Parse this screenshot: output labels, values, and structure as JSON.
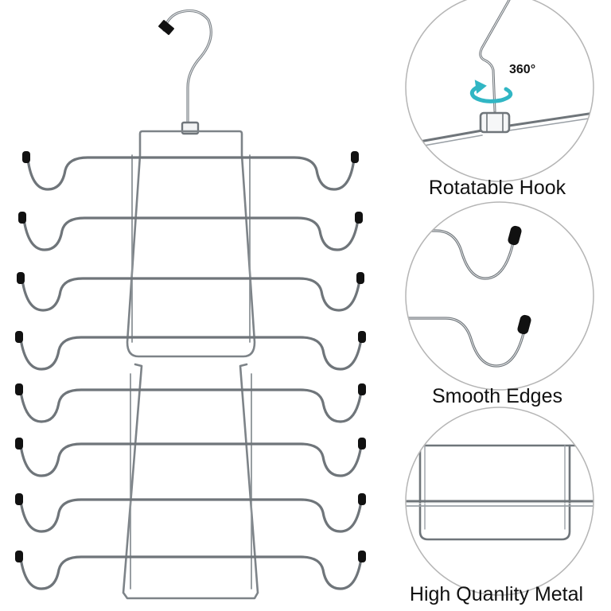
{
  "features": [
    {
      "caption": "Rotatable Hook",
      "badge": "360°"
    },
    {
      "caption": "Smooth Edges"
    },
    {
      "caption": "High Quanlity Metal"
    }
  ],
  "product": {
    "tiers": 8,
    "colors": {
      "wire": "#9aa0a6",
      "tips": "#111111",
      "rotate_arrow": "#31b6c4",
      "circle_border": "#b5b5b5"
    }
  }
}
